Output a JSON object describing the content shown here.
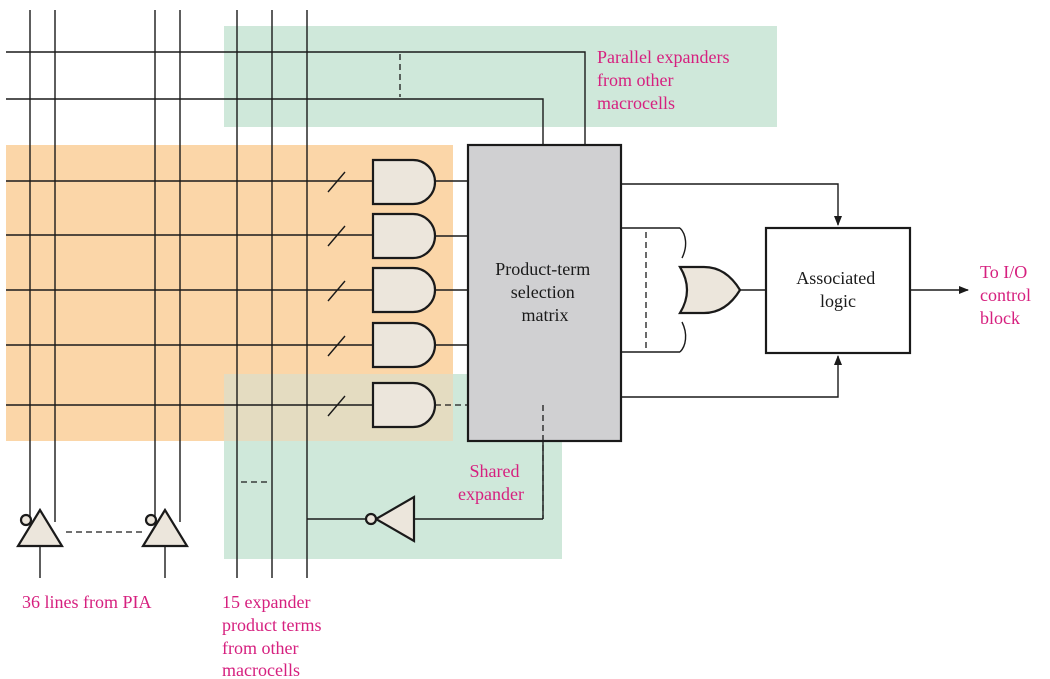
{
  "labels": {
    "parallel_expanders": [
      "Parallel expanders",
      "from other",
      "macrocells"
    ],
    "product_term_matrix": [
      "Product-term",
      "selection",
      "matrix"
    ],
    "associated_logic": [
      "Associated",
      "logic"
    ],
    "to_io": [
      "To I/O",
      "control",
      "block"
    ],
    "shared_expander": [
      "Shared",
      "expander"
    ],
    "pia_lines": [
      "36 lines from PIA"
    ],
    "expander_terms": [
      "15 expander",
      "product terms",
      "from other",
      "macrocells"
    ]
  },
  "colors": {
    "green_region": "#cfe8da",
    "orange_region": "#fbd6a8",
    "matrix_fill": "#d0d0d2",
    "gate_fill": "#ece6dc",
    "label_pink": "#d6207f"
  }
}
